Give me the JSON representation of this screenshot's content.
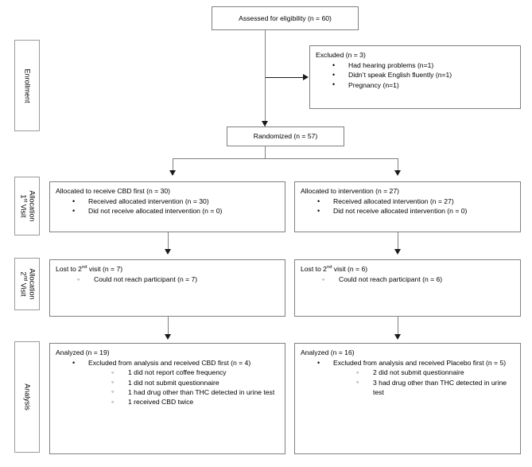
{
  "diagram": {
    "type": "consort-flow-diagram",
    "stages": [
      {
        "id": "enrollment",
        "lines": [
          "Enrollment"
        ]
      },
      {
        "id": "allocation-visit-1",
        "lines": [
          "Allocation",
          "1st Visit"
        ]
      },
      {
        "id": "allocation-visit-2",
        "lines": [
          "Allocation",
          "2nd Visit"
        ]
      },
      {
        "id": "analysis",
        "lines": [
          "Analysis"
        ]
      }
    ],
    "nodes": {
      "assessed": {
        "title": "Assessed for eligibility (n = 60)"
      },
      "excluded": {
        "title": "Excluded (n = 3)",
        "items": [
          "Had hearing problems (n=1)",
          "Didn’t speak English fluently (n=1)",
          "Pregnancy (n=1)"
        ]
      },
      "randomized": {
        "title": "Randomized (n = 57)"
      },
      "alloc_left": {
        "title": "Allocated to receive CBD first (n = 30)",
        "items": [
          "Received allocated intervention (n =  30)",
          "Did not receive allocated intervention (n = 0)"
        ]
      },
      "alloc_right": {
        "title": "Allocated to intervention (n = 27)",
        "items": [
          "Received allocated intervention (n = 27)",
          "Did not receive allocated intervention (n = 0)"
        ]
      },
      "lost_left": {
        "title_pre": "Lost to 2",
        "title_sup": "nd",
        "title_post": " visit (n = 7)",
        "items": [
          "Could not reach participant (n = 7)"
        ]
      },
      "lost_right": {
        "title_pre": "Lost to 2",
        "title_sup": "nd",
        "title_post": " visit (n = 6)",
        "items": [
          "Could not reach participant (n = 6)"
        ]
      },
      "analyzed_left": {
        "title": "Analyzed (n = 19)",
        "bullet": "Excluded from analysis and received CBD first (n = 4)",
        "subitems": [
          "1 did not report coffee frequency",
          "1 did not submit questionnaire",
          "1 had drug other than THC detected in urine test",
          "1 received CBD twice"
        ]
      },
      "analyzed_right": {
        "title": "Analyzed (n = 16)",
        "bullet": "Excluded from analysis and received Placebo first (n = 5)",
        "subitems": [
          "2 did not submit questionnaire",
          "3 had drug other than THC detected in urine test"
        ]
      }
    },
    "colors": {
      "box_border": "#808080",
      "stage_border": "#9a9a9a",
      "line": "#808080",
      "arrow": "#1a1a1a",
      "background": "#ffffff",
      "text": "#000000"
    }
  }
}
